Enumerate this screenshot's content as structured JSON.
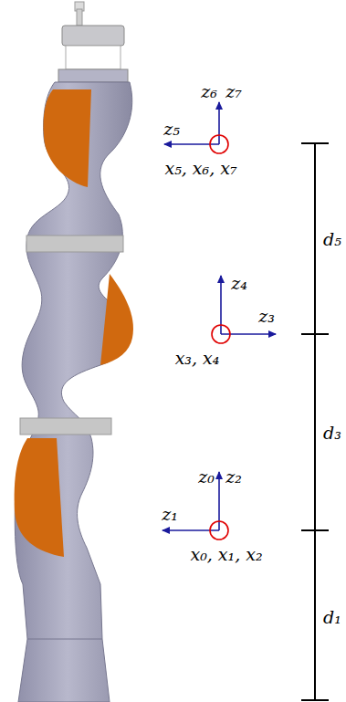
{
  "diagram": {
    "labels": [
      "z₆",
      "z₇",
      "z₅",
      "x₅, x₆, x₇",
      "d₅",
      "z₄",
      "z₃",
      "x₃, x₄",
      "d₃",
      "z₀",
      "z₂",
      "z₁",
      "x₀, x₁, x₂",
      "d₁"
    ]
  }
}
